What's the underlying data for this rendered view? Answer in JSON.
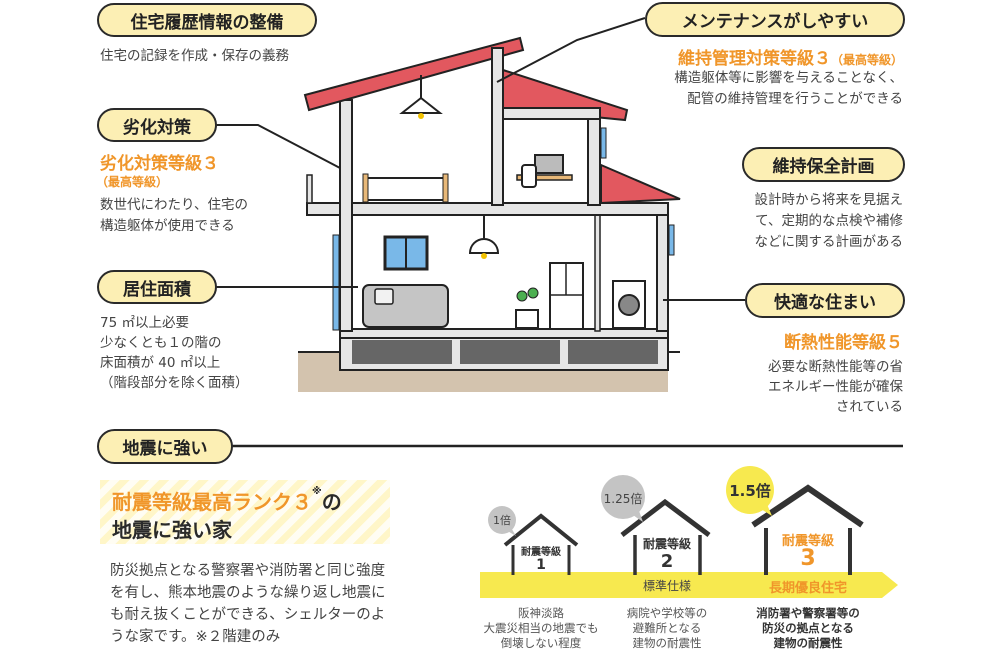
{
  "features": {
    "history": {
      "title": "住宅履歴情報の整備",
      "desc": "住宅の記録を作成・保存の義務"
    },
    "deterioration": {
      "title": "劣化対策",
      "grade": "劣化対策等級３",
      "grade_note": "（最高等級）",
      "desc": [
        "数世代にわたり、住宅の",
        "構造躯体が使用できる"
      ]
    },
    "floor_area": {
      "title": "居住面積",
      "desc": [
        "75 ㎡以上必要",
        "少なくとも１の階の",
        "床面積が 40 ㎡以上",
        "（階段部分を除く面積）"
      ]
    },
    "maintenance": {
      "title": "メンテナンスがしやすい",
      "grade": "維持管理対策等級３",
      "grade_note": "（最高等級）",
      "desc": [
        "構造躯体等に影響を与えることなく、",
        "配管の維持管理を行うことができる"
      ]
    },
    "plan": {
      "title": "維持保全計画",
      "desc": [
        "設計時から将来を見据え",
        "て、定期的な点検や補修",
        "などに関する計画がある"
      ]
    },
    "comfort": {
      "title": "快適な住まい",
      "grade": "断熱性能等級５",
      "desc": [
        "必要な断熱性能等の省",
        "エネルギー性能が確保",
        "されている"
      ]
    }
  },
  "earthquake": {
    "title": "地震に強い",
    "headline1": "耐震等級最高ランク３",
    "headline1_mark": "※",
    "headline1_tail": "の",
    "headline2": "地震に強い家",
    "paragraph": [
      "防災拠点となる警察署や消防署と同じ強度",
      "を有し、熊本地震のような繰り返し地震に",
      "も耐え抜くことができる、シェルターのよ",
      "うな家です。※２階建のみ"
    ],
    "levels": [
      {
        "multiplier": "1倍",
        "label": "耐震等級",
        "grade": "1",
        "arrow_label": "",
        "caption": [
          "阪神淡路",
          "大震災相当の地震でも",
          "倒壊しない程度"
        ]
      },
      {
        "multiplier": "1.25倍",
        "label": "耐震等級",
        "grade": "2",
        "arrow_label": "標準仕様",
        "caption": [
          "病院や学校等の",
          "避難所となる",
          "建物の耐震性"
        ]
      },
      {
        "multiplier": "1.5倍",
        "label": "耐震等級",
        "grade": "3",
        "arrow_label": "長期優良住宅",
        "caption": [
          "消防署や警察署等の",
          "防災の拠点となる",
          "建物の耐震性"
        ]
      }
    ]
  },
  "colors": {
    "accent": "#f0962a",
    "pill": "#fcefb4",
    "roof": "#e2585f",
    "arrow": "#f7e94f",
    "ground": "#d3c3ae"
  }
}
